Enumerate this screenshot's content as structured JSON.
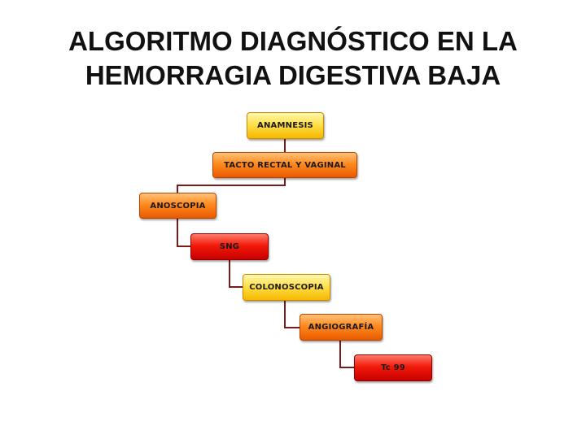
{
  "title": {
    "line1": "ALGORITMO DIAGNÓSTICO EN LA",
    "line2": "HEMORRAGIA DIGESTIVA BAJA"
  },
  "steps": [
    {
      "label": "ANAMNESIS",
      "color": "#ffd21a"
    },
    {
      "label": "TACTO RECTAL Y VAGINAL",
      "color": "#ff8a1e"
    },
    {
      "label": "ANOSCOPIA",
      "color": "#ff7a1a"
    },
    {
      "label": "SNG",
      "color": "#e81010"
    },
    {
      "label": "COLONOSCOPIA",
      "color": "#ffd21a"
    },
    {
      "label": "ANGIOGRAFÍA",
      "color": "#ff8a1e"
    },
    {
      "label": "Tc 99",
      "color": "#e81010"
    }
  ],
  "connector_color": "#7a1a1a"
}
